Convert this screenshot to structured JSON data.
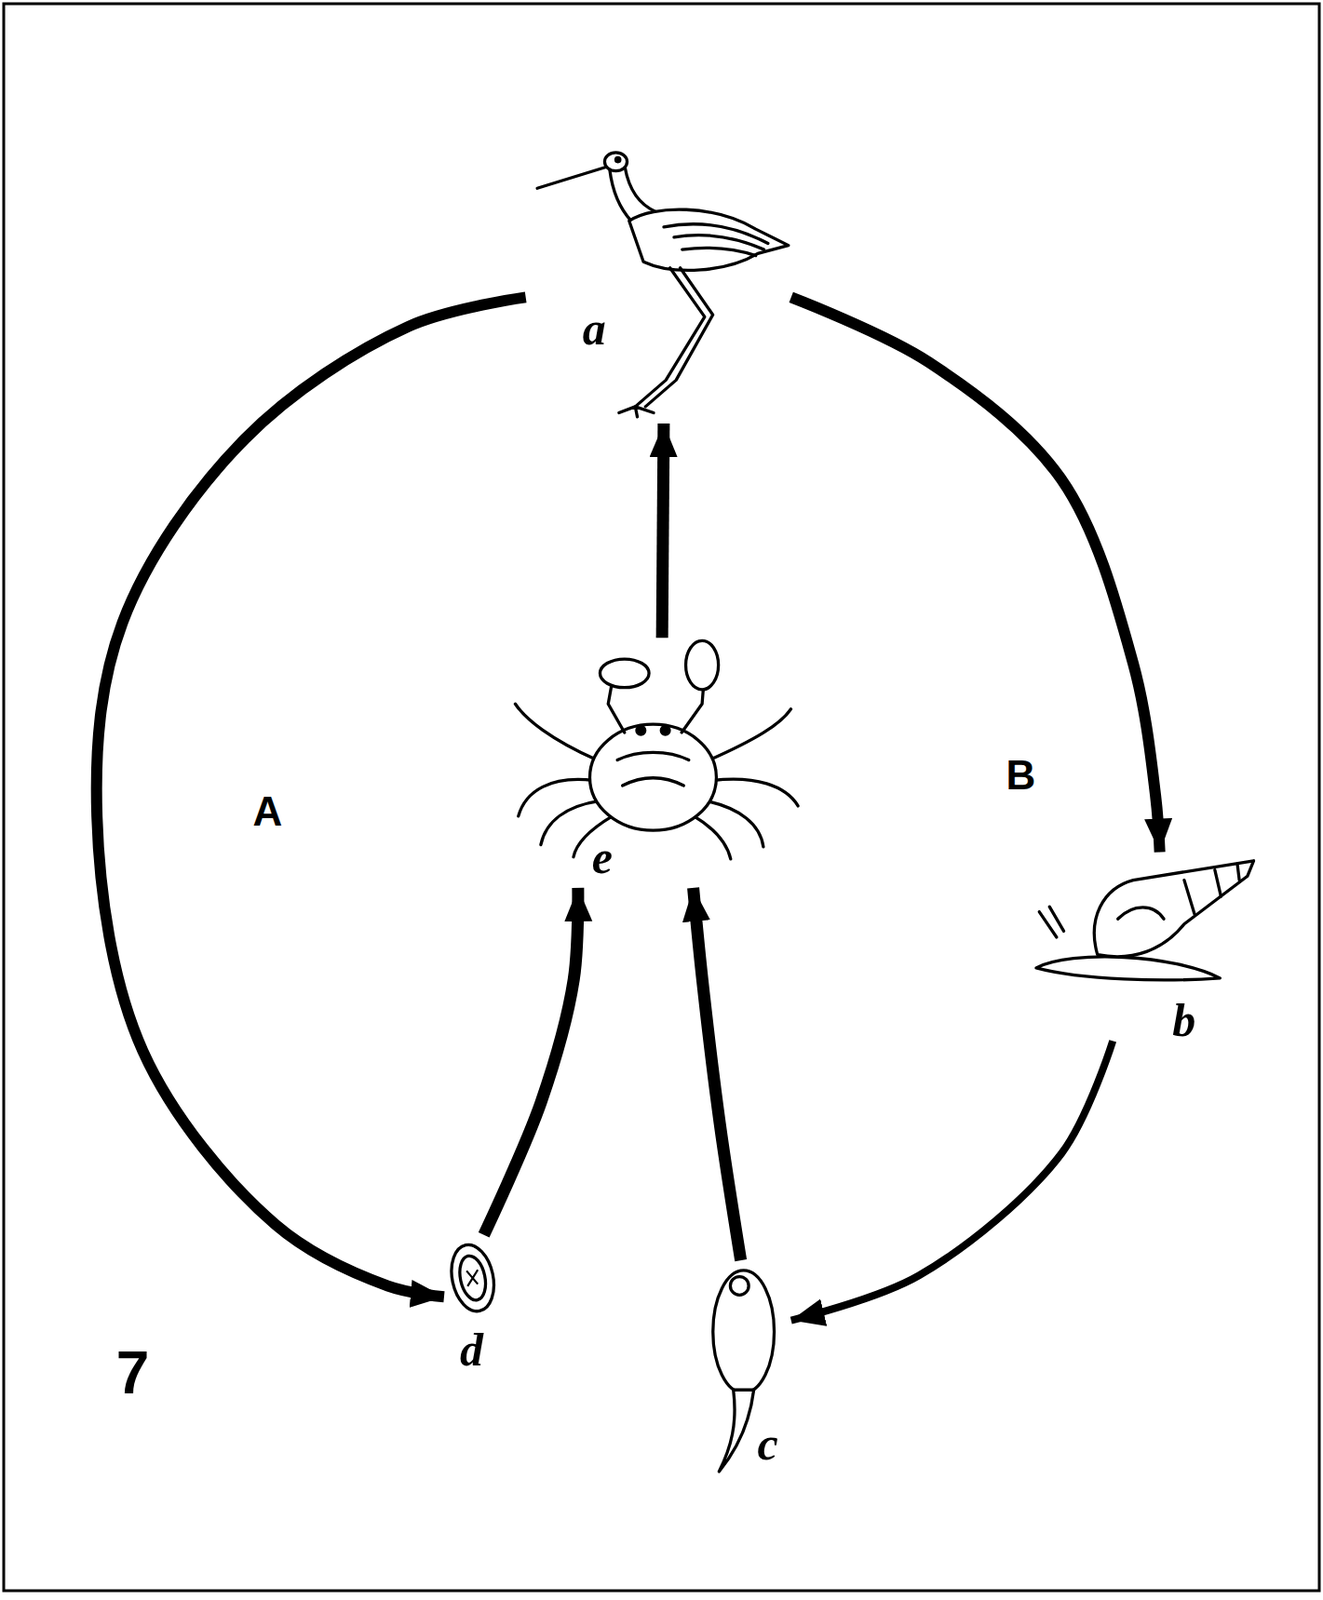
{
  "diagram": {
    "nodes": [
      {
        "text": [
          "a"
        ]
      },
      {
        "text": [
          "e"
        ]
      },
      {
        "text": [
          "b"
        ]
      },
      {
        "text": [
          "d"
        ]
      },
      {
        "text": [
          "c"
        ]
      }
    ],
    "edges": [
      {
        "from": 0,
        "to": 2,
        "arrow": "to"
      },
      {
        "from": 2,
        "to": 4,
        "arrow": "to"
      },
      {
        "from": 4,
        "to": 1,
        "arrow": "to"
      },
      {
        "from": 3,
        "to": 1,
        "arrow": "to"
      },
      {
        "from": 1,
        "to": 0,
        "arrow": "to"
      },
      {
        "from": 0,
        "to": 3,
        "arrow": "to"
      }
    ],
    "labels": [
      "A",
      "B",
      "7"
    ]
  }
}
